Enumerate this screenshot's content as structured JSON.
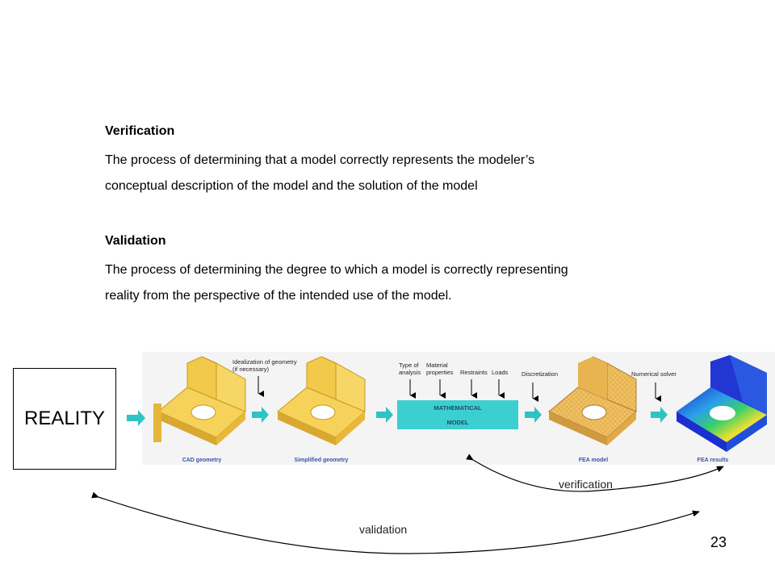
{
  "definitions": {
    "verification_title": "Verification",
    "verification_line1": "The process of determining that a model correctly represents the modeler’s",
    "verification_line2": "conceptual description of the model and the solution of the model",
    "validation_title": "Validation",
    "validation_line1": "The process of determining the degree to which a model is correctly representing",
    "validation_line2": "reality from the perspective of the intended use of the model."
  },
  "reality_label": "REALITY",
  "pipeline": {
    "idealization_line1": "Idealization of geometry",
    "idealization_line2": "(if necessary)",
    "inputs": [
      {
        "line1": "Type of",
        "line2": "analysis"
      },
      {
        "line1": "Material",
        "line2": "properties"
      },
      {
        "line1": "Restraints",
        "line2": ""
      },
      {
        "line1": "Loads",
        "line2": ""
      }
    ],
    "math_model_line1": "MATHEMATICAL",
    "math_model_line2": "MODEL",
    "discretization": "Discretization",
    "numerical_solver": "Numerical solver",
    "captions": {
      "cad": "CAD geometry",
      "simplified": "Simplified geometry",
      "fea_model": "FEA model",
      "fea_results": "FEA results"
    }
  },
  "arrows": {
    "verification": "verification",
    "validation": "validation"
  },
  "page_number": "23",
  "colors": {
    "part_yellow": "#f2c94a",
    "math_box": "#3ccfcf",
    "flow_arrow": "#2ec4c4",
    "caption_blue": "#3a54a8"
  }
}
